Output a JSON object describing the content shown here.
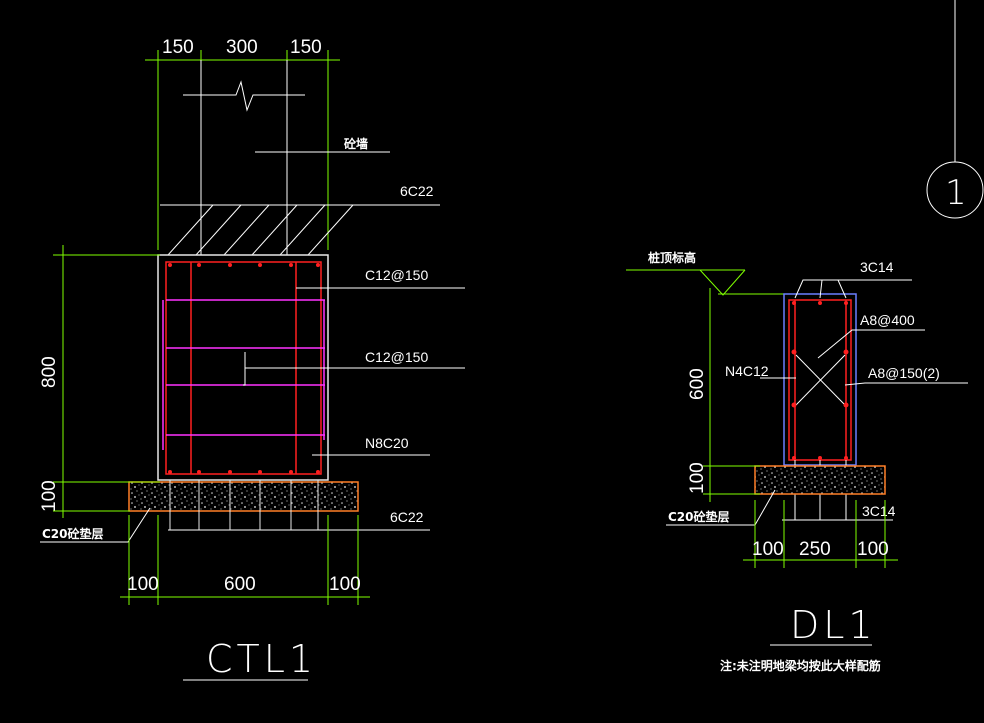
{
  "ctl1": {
    "title": "CTL1",
    "dims_top": [
      "150",
      "300",
      "150"
    ],
    "dim_height": "800",
    "dim_pad": "100",
    "dims_bottom": [
      "100",
      "600",
      "100"
    ],
    "labels": {
      "wall": "砼墙",
      "top_bars": "6C22",
      "stirrup1": "C12@150",
      "stirrup2": "C12@150",
      "side_bars": "N8C20",
      "bottom_bars": "6C22",
      "pad": "C20砼垫层"
    }
  },
  "dl1": {
    "title": "DL1",
    "pile_top": "桩顶标高",
    "dim_height": "600",
    "dim_pad": "100",
    "dims_bottom": [
      "100",
      "250",
      "100"
    ],
    "labels": {
      "top_bars": "3C14",
      "tie": "A8@400",
      "side_bars": "N4C12",
      "stirrup": "A8@150(2)",
      "bottom_bars": "3C14",
      "pad": "C20砼垫层"
    }
  },
  "axis_bubble": "1",
  "note": "注:未注明地梁均按此大样配筋",
  "colors": {
    "dim": "#7fff00",
    "concrete": "#e8e8e8",
    "rebar": "#ff2020",
    "stirrup": "#ff33ff",
    "pad": "#ff7f27",
    "outline_dl": "#6a7fff",
    "leader": "#ffffff"
  }
}
